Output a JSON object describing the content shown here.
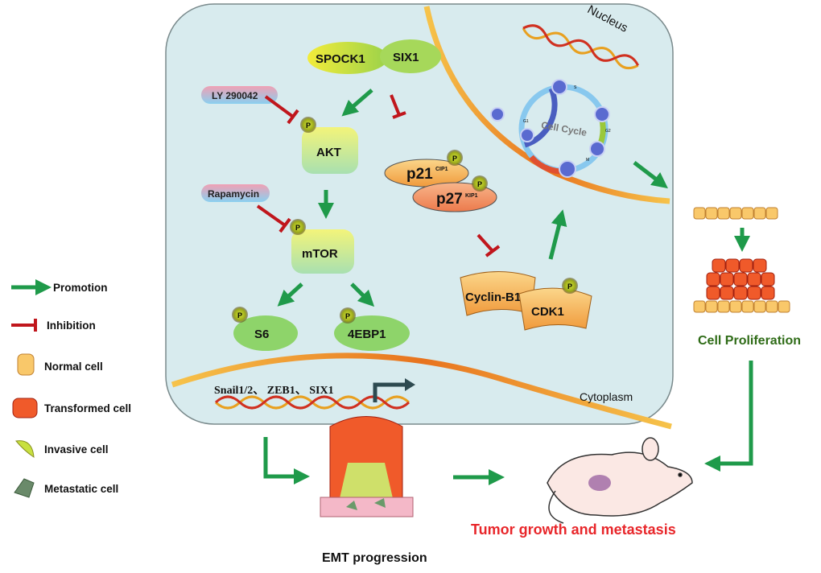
{
  "colors": {
    "promotion": "#1f9a4a",
    "inhibition": "#c0161c",
    "cell_bg": "#d8ebee",
    "proliferation_text": "#2e6b16",
    "tumor_text": "#e8262a"
  },
  "cell": {
    "nucleus_label": "Nucleus",
    "cytoplasm_label": "Cytoplasm",
    "cell_cycle_label": "Cell Cycle",
    "cell_cycle_phases": [
      "S",
      "G2",
      "M",
      "G1"
    ]
  },
  "proteins": {
    "spock1": "SPOCK1",
    "six1": "SIX1",
    "akt": "AKT",
    "mtor": "mTOR",
    "s6": "S6",
    "4ebp1": "4EBP1",
    "p21": "p21",
    "p21_sup": "CIP1",
    "p27": "p27",
    "p27_sup": "KIP1",
    "cyclin_b1": "Cyclin-B1",
    "cdk1": "CDK1",
    "phospho": "P"
  },
  "inhibitors": {
    "ly": "LY 290042",
    "rapamycin": "Rapamycin"
  },
  "genes": "Snail1/2、 ZEB1、 SIX1",
  "outcomes": {
    "proliferation": "Cell Proliferation",
    "emt": "EMT progression",
    "tumor": "Tumor growth and metastasis"
  },
  "legend": [
    {
      "label": "Promotion",
      "icon": "green-arrow-icon"
    },
    {
      "label": "Inhibition",
      "icon": "red-inhibition-icon"
    },
    {
      "label": "Normal cell",
      "icon": "normal-cell-icon"
    },
    {
      "label": "Transformed cell",
      "icon": "transformed-cell-icon"
    },
    {
      "label": "Invasive  cell",
      "icon": "invasive-cell-icon"
    },
    {
      "label": "Metastatic  cell",
      "icon": "metastatic-cell-icon"
    }
  ]
}
